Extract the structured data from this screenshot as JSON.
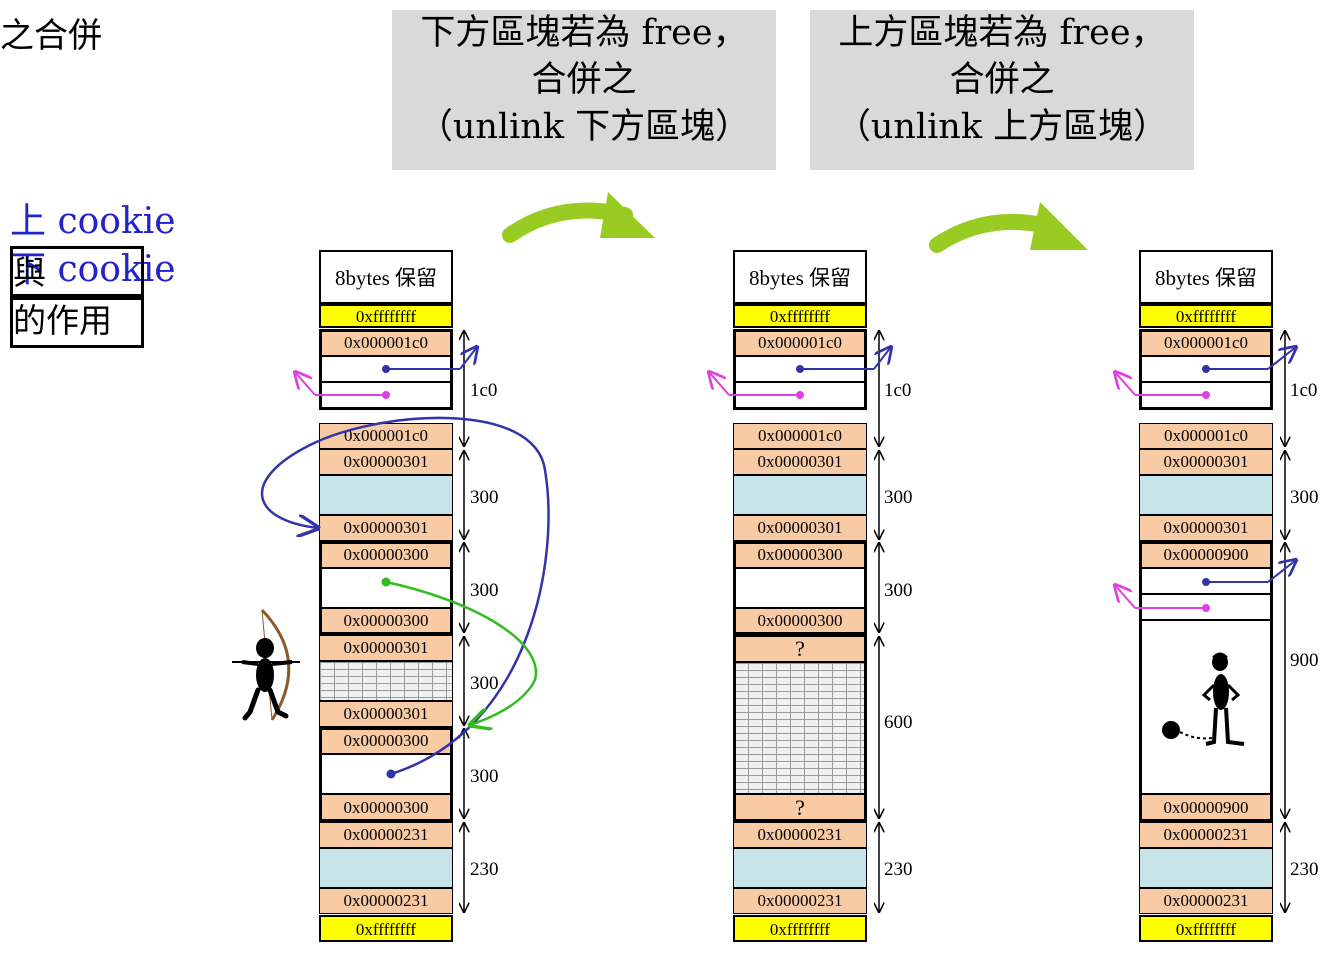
{
  "title": "之合併",
  "legend": {
    "line1_blue": "上 cookie",
    "line2": "與",
    "line3_blue": "下 cookie",
    "line4": "的作用"
  },
  "gray_boxes": [
    {
      "line1": "下方區塊若為 free，",
      "line2": "合併之",
      "line3": "（unlink 下方區塊）"
    },
    {
      "line1": "上方區塊若為 free，",
      "line2": "合併之",
      "line3": "（unlink 上方區塊）"
    }
  ],
  "heap_header": "8bytes 保留",
  "heap_footer": "0xffffffff",
  "heap1": {
    "cells": [
      "0xffffffff",
      "0x000001c0",
      "0x000001c0",
      "0x00000301",
      "0x00000301",
      "0x00000300",
      "0x00000300",
      "0x00000301",
      "0x00000301",
      "0x00000300",
      "0x00000300",
      "0x00000231",
      "0x00000231"
    ],
    "sizes": [
      "1c0",
      "300",
      "300",
      "300",
      "300",
      "230"
    ]
  },
  "heap2": {
    "cells": [
      "0xffffffff",
      "0x000001c0",
      "0x000001c0",
      "0x00000301",
      "0x00000301",
      "0x00000300",
      "0x00000300",
      "?",
      "?",
      "0x00000231",
      "0x00000231"
    ],
    "sizes": [
      "1c0",
      "300",
      "300",
      "600",
      "230"
    ]
  },
  "heap3": {
    "cells": [
      "0xffffffff",
      "0x000001c0",
      "0x000001c0",
      "0x00000301",
      "0x00000301",
      "0x00000900",
      "0x00000900",
      "0x00000231",
      "0x00000231"
    ],
    "sizes": [
      "1c0",
      "300",
      "900",
      "230"
    ]
  },
  "colors": {
    "fd_link": "#3333aa",
    "bk_link": "#e040e0",
    "green_link": "#33bb22",
    "arrow": "#99cc22",
    "gray": "#d9d9d9",
    "yellow": "#ffff00",
    "orange": "#f8cba4",
    "light_blue": "#c5e3e8"
  },
  "icons": [
    "archer-icon",
    "prisoner-icon"
  ]
}
